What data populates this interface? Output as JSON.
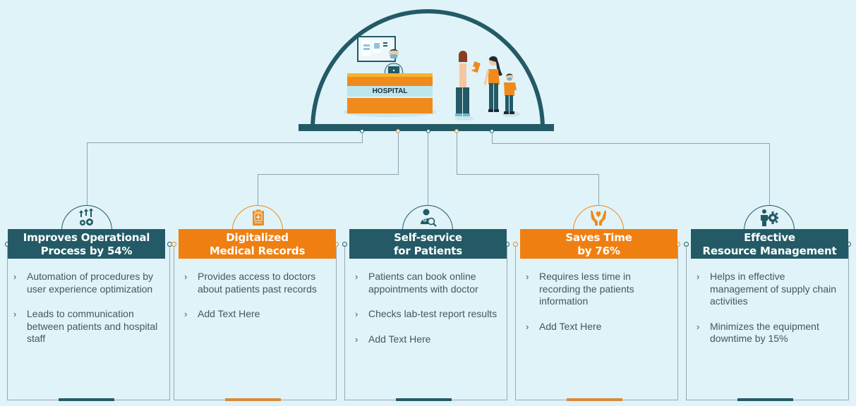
{
  "illustration": {
    "desk_label": "HOSPITAL"
  },
  "colors": {
    "teal": "#235a66",
    "orange": "#f07f12",
    "background": "#dff3f8",
    "body_text": "#4a5559"
  },
  "cards": [
    {
      "title_line1": "Improves Operational",
      "title_line2": "Process by 54%",
      "theme": "teal",
      "icon": "growth-gears-icon",
      "items": [
        "Automation of procedures by user experience optimization",
        "Leads to communication between patients and hospital staff"
      ]
    },
    {
      "title_line1": "Digitalized",
      "title_line2": "Medical Records",
      "theme": "orange",
      "icon": "medical-clipboard-icon",
      "items": [
        "Provides access to doctors about patients past records",
        "Add Text Here"
      ]
    },
    {
      "title_line1": "Self-service",
      "title_line2": "for Patients",
      "theme": "teal",
      "icon": "patient-search-icon",
      "items": [
        "Patients can book online appointments with doctor",
        "Checks lab-test report results",
        "Add Text Here"
      ]
    },
    {
      "title_line1": "Saves Time",
      "title_line2": "by 76%",
      "theme": "orange",
      "icon": "caring-hands-icon",
      "items": [
        "Requires less time in recording the patients information",
        "Add Text Here"
      ]
    },
    {
      "title_line1": "Effective",
      "title_line2": "Resource Management",
      "theme": "teal",
      "icon": "person-gear-icon",
      "items": [
        "Helps in effective management of supply chain activities",
        "Minimizes the equipment downtime by 15%"
      ]
    }
  ]
}
